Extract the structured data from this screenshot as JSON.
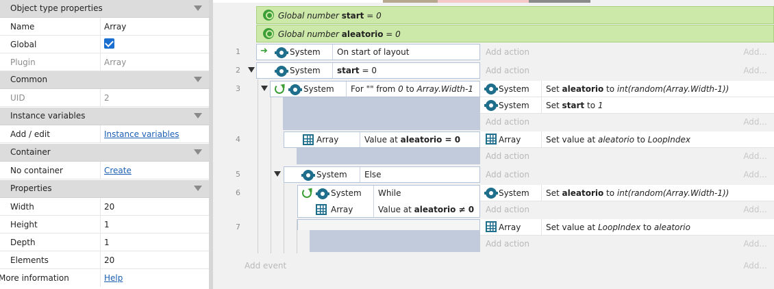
{
  "props": {
    "sections": {
      "object_type": "Object type properties",
      "common": "Common",
      "instance_vars": "Instance variables",
      "container": "Container",
      "properties": "Properties"
    },
    "name": {
      "key": "Name",
      "value": "Array"
    },
    "global": {
      "key": "Global",
      "checked": true
    },
    "plugin": {
      "key": "Plugin",
      "value": "Array"
    },
    "uid": {
      "key": "UID",
      "value": "2"
    },
    "add_edit": {
      "key": "Add / edit",
      "value": "Instance variables"
    },
    "no_container": {
      "key": "No container",
      "value": "Create"
    },
    "width": {
      "key": "Width",
      "value": "20"
    },
    "height": {
      "key": "Height",
      "value": "1"
    },
    "depth": {
      "key": "Depth",
      "value": "1"
    },
    "elements": {
      "key": "Elements",
      "value": "20"
    },
    "more_info": {
      "key": "More information",
      "value": "Help"
    }
  },
  "sheet": {
    "globals": [
      {
        "prefix": "Global number",
        "name": "start",
        "suffix": "= 0"
      },
      {
        "prefix": "Global number",
        "name": "aleatorio",
        "suffix": "= 0"
      }
    ],
    "add_action": "Add action",
    "add_short": "Add...",
    "add_event": "Add event",
    "events": {
      "e1": {
        "num": "1",
        "obj": "System",
        "cond": "On start of layout"
      },
      "e2": {
        "num": "2",
        "obj": "System",
        "cond_b": "start",
        "cond_rest": " = 0"
      },
      "e3": {
        "num": "3",
        "obj": "System",
        "cond_pre": "For \"\" from ",
        "cond_i1": "0",
        "cond_mid": " to ",
        "cond_i2": "Array.Width-1",
        "a1_obj": "System",
        "a1_pre": "Set ",
        "a1_b": "aleatorio",
        "a1_mid": " to ",
        "a1_i": "int(random(Array.Width-1))",
        "a2_obj": "System",
        "a2_pre": "Set ",
        "a2_b": "start",
        "a2_mid": " to ",
        "a2_i": "1"
      },
      "e4": {
        "num": "4",
        "obj": "Array",
        "cond_pre": "Value at ",
        "cond_b": "aleatorio",
        "cond_b2": " = 0",
        "a1_obj": "Array",
        "a1_pre": "Set value at ",
        "a1_i": "aleatorio",
        "a1_mid": " to ",
        "a1_i2": "LoopIndex"
      },
      "e5": {
        "num": "5",
        "obj": "System",
        "cond": "Else"
      },
      "e6": {
        "num": "6",
        "obj": "System",
        "cond": "While",
        "obj2": "Array",
        "cond2_pre": "Value at ",
        "cond2_b": "aleatorio",
        "cond2_b2": " ≠ 0",
        "a1_obj": "System",
        "a1_pre": "Set ",
        "a1_b": "aleatorio",
        "a1_mid": " to ",
        "a1_i": "int(random(Array.Width-1))"
      },
      "e7": {
        "num": "7",
        "a1_obj": "Array",
        "a1_pre": "Set value at ",
        "a1_i": "LoopIndex",
        "a1_mid": " to ",
        "a1_i2": "aleatorio"
      }
    },
    "colors": {
      "global_bg": "#cce9a9",
      "event_body": "#c2cbdc",
      "icon": "#1e6e8c",
      "loop": "#3c9e36",
      "link": "#1a5fb4",
      "checkbox": "#1a6fd0"
    }
  }
}
